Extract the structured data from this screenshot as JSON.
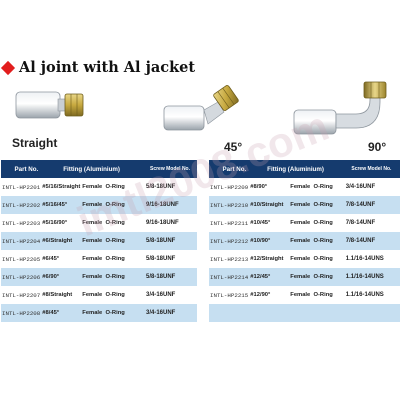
{
  "watermark": "imtl2008.com",
  "title": "Al joint with Al jacket",
  "labels": {
    "straight": "Straight",
    "deg45": "45°",
    "deg90": "90°"
  },
  "colors": {
    "header_bg": "#153b6e",
    "row_alt": "#c6dff1",
    "bullet": "#e21d1d"
  },
  "left_table": {
    "headers": [
      "Part No.",
      "Fitting (Aluminium)",
      "Screw Model No."
    ],
    "rows": [
      {
        "part": "INTL-HP2201",
        "fitting": "#5/16/Straight",
        "seal": "Female  O-Ring",
        "model": "5/8-18UNF"
      },
      {
        "part": "INTL-HP2202",
        "fitting": "#5/16/45°",
        "seal": "Female  O-Ring",
        "model": "9/16-18UNF"
      },
      {
        "part": "INTL-HP2203",
        "fitting": "#5/16/90°",
        "seal": "Female  O-Ring",
        "model": "9/16-18UNF"
      },
      {
        "part": "INTL-HP2204",
        "fitting": "#6/Straight",
        "seal": "Female  O-Ring",
        "model": "5/8-18UNF"
      },
      {
        "part": "INTL-HP2205",
        "fitting": "#6/45°",
        "seal": "Female  O-Ring",
        "model": "5/8-18UNF"
      },
      {
        "part": "INTL-HP2206",
        "fitting": "#6/90°",
        "seal": "Female  O-Ring",
        "model": "5/8-18UNF"
      },
      {
        "part": "INTL-HP2207",
        "fitting": "#8/Straight",
        "seal": "Female  O-Ring",
        "model": "3/4-16UNF"
      },
      {
        "part": "INTL-HP2208",
        "fitting": "#8/45°",
        "seal": "Female  O-Ring",
        "model": "3/4-16UNF"
      }
    ]
  },
  "right_table": {
    "headers": [
      "Part No.",
      "Fitting (Aluminium)",
      "Screw Model No."
    ],
    "rows": [
      {
        "part": "INTL-HP2209",
        "fitting": "#8/90°",
        "seal": "Female  O-Ring",
        "model": "3/4-16UNF"
      },
      {
        "part": "INTL-HP2210",
        "fitting": "#10/Straight",
        "seal": "Female  O-Ring",
        "model": "7/8-14UNF"
      },
      {
        "part": "INTL-HP2211",
        "fitting": "#10/45°",
        "seal": "Female  O-Ring",
        "model": "7/8-14UNF"
      },
      {
        "part": "INTL-HP2212",
        "fitting": "#10/90°",
        "seal": "Female  O-Ring",
        "model": "7/8-14UNF"
      },
      {
        "part": "INTL-HP2213",
        "fitting": "#12/Straight",
        "seal": "Female  O-Ring",
        "model": "1.1/16-14UNS"
      },
      {
        "part": "INTL-HP2214",
        "fitting": "#12/45°",
        "seal": "Female  O-Ring",
        "model": "1.1/16-14UNS"
      },
      {
        "part": "INTL-HP2215",
        "fitting": "#12/90°",
        "seal": "Female  O-Ring",
        "model": "1.1/16-14UNS"
      },
      {
        "part": "",
        "fitting": "",
        "seal": "",
        "model": ""
      }
    ]
  }
}
